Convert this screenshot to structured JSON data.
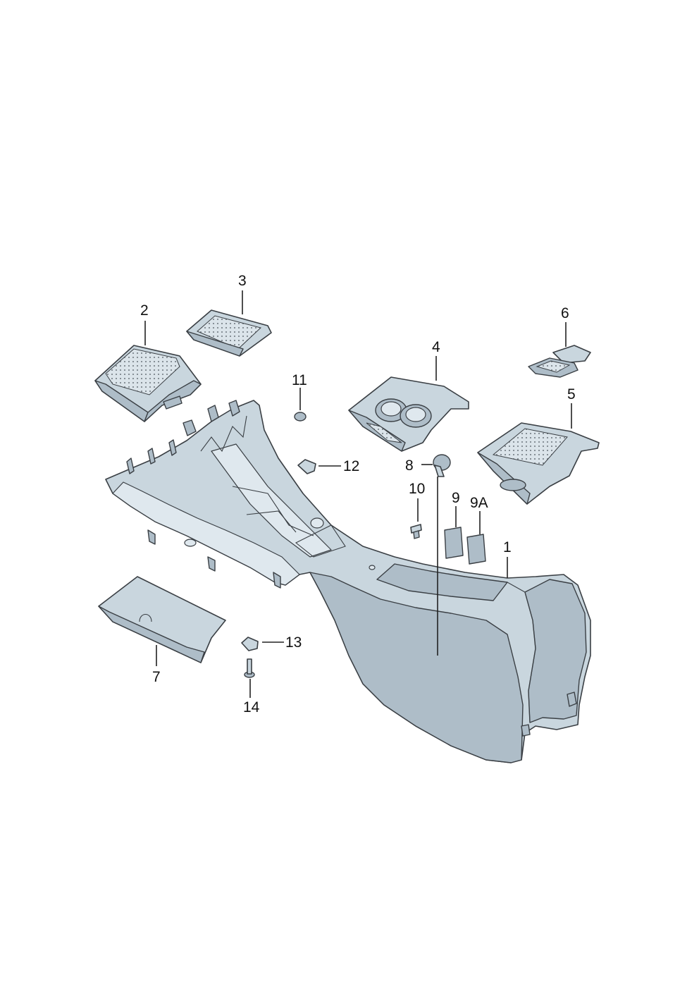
{
  "labels": {
    "p1": "1",
    "p2": "2",
    "p3": "3",
    "p4": "4",
    "p5": "5",
    "p6": "6",
    "p7": "7",
    "p8": "8",
    "p9": "9",
    "p9a": "9A",
    "p10": "10",
    "p11": "11",
    "p12": "12",
    "p13": "13",
    "p14": "14"
  },
  "colors": {
    "part_fill": "#c9d6de",
    "part_shade": "#aebdc8",
    "outline": "#3a3f44",
    "background": "#ffffff"
  }
}
